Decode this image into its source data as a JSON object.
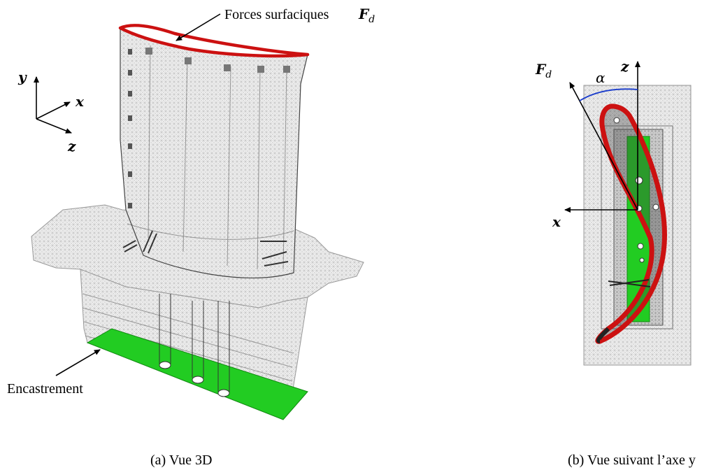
{
  "panel_a": {
    "forces_label": "Forces surfaciques",
    "forces_symbol": "F",
    "forces_subscript": "d",
    "clamp_label": "Encastrement",
    "axis_y": "y",
    "axis_x": "x",
    "axis_z": "z",
    "caption": "(a) Vue 3D"
  },
  "panel_b": {
    "force_symbol": "F",
    "force_subscript": "d",
    "angle_symbol": "α",
    "axis_z": "z",
    "axis_x": "x",
    "caption": "(b) Vue suivant l’axe y"
  },
  "colors": {
    "loaded_surface": "#cc1111",
    "clamped_surface": "#22cc22",
    "mesh": "#9a9a9a",
    "angle_arc": "#1a3ccc"
  }
}
